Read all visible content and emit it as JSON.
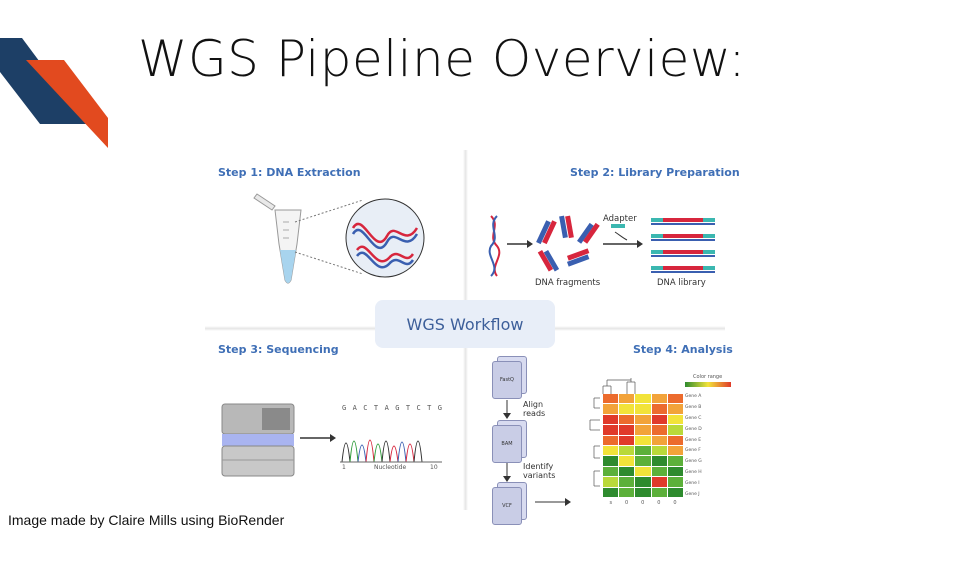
{
  "slide": {
    "title": "WGS Pipeline Overview:",
    "credit": "Image made by Claire Mills using BioRender"
  },
  "figure": {
    "center_label": "WGS Workflow",
    "step1": {
      "title": "Step 1: DNA Extraction"
    },
    "step2": {
      "title": "Step 2: Library Preparation",
      "adapter_label": "Adapter",
      "fragments_label": "DNA fragments",
      "library_label": "DNA library"
    },
    "step3": {
      "title": "Step 3: Sequencing",
      "bases": [
        "G",
        "A",
        "C",
        "T",
        "A",
        "G",
        "T",
        "C",
        "T",
        "G"
      ],
      "axis_start": "1",
      "axis_label": "Nucleotide",
      "axis_end": "10"
    },
    "step4": {
      "title": "Step 4: Analysis",
      "files": [
        "FastQ",
        "BAM",
        "VCF"
      ],
      "align_label_1": "Align",
      "align_label_2": "reads",
      "identify_label_1": "Identify",
      "identify_label_2": "variants",
      "color_range_label": "Color range",
      "genes": [
        "Gene A",
        "Gene B",
        "Gene C",
        "Gene D",
        "Gene E",
        "Gene F",
        "Gene G",
        "Gene H",
        "Gene I",
        "Gene J"
      ],
      "sample_labels": [
        "s",
        "0",
        "0",
        "0",
        "0"
      ]
    }
  },
  "colors": {
    "accent_navy": "#1d3f66",
    "accent_orange": "#e24a1f",
    "step_title": "#3f6fb6",
    "dna_red": "#d7263d",
    "dna_blue": "#3a5fb0",
    "tube_liquid": "#a8d4ee"
  }
}
